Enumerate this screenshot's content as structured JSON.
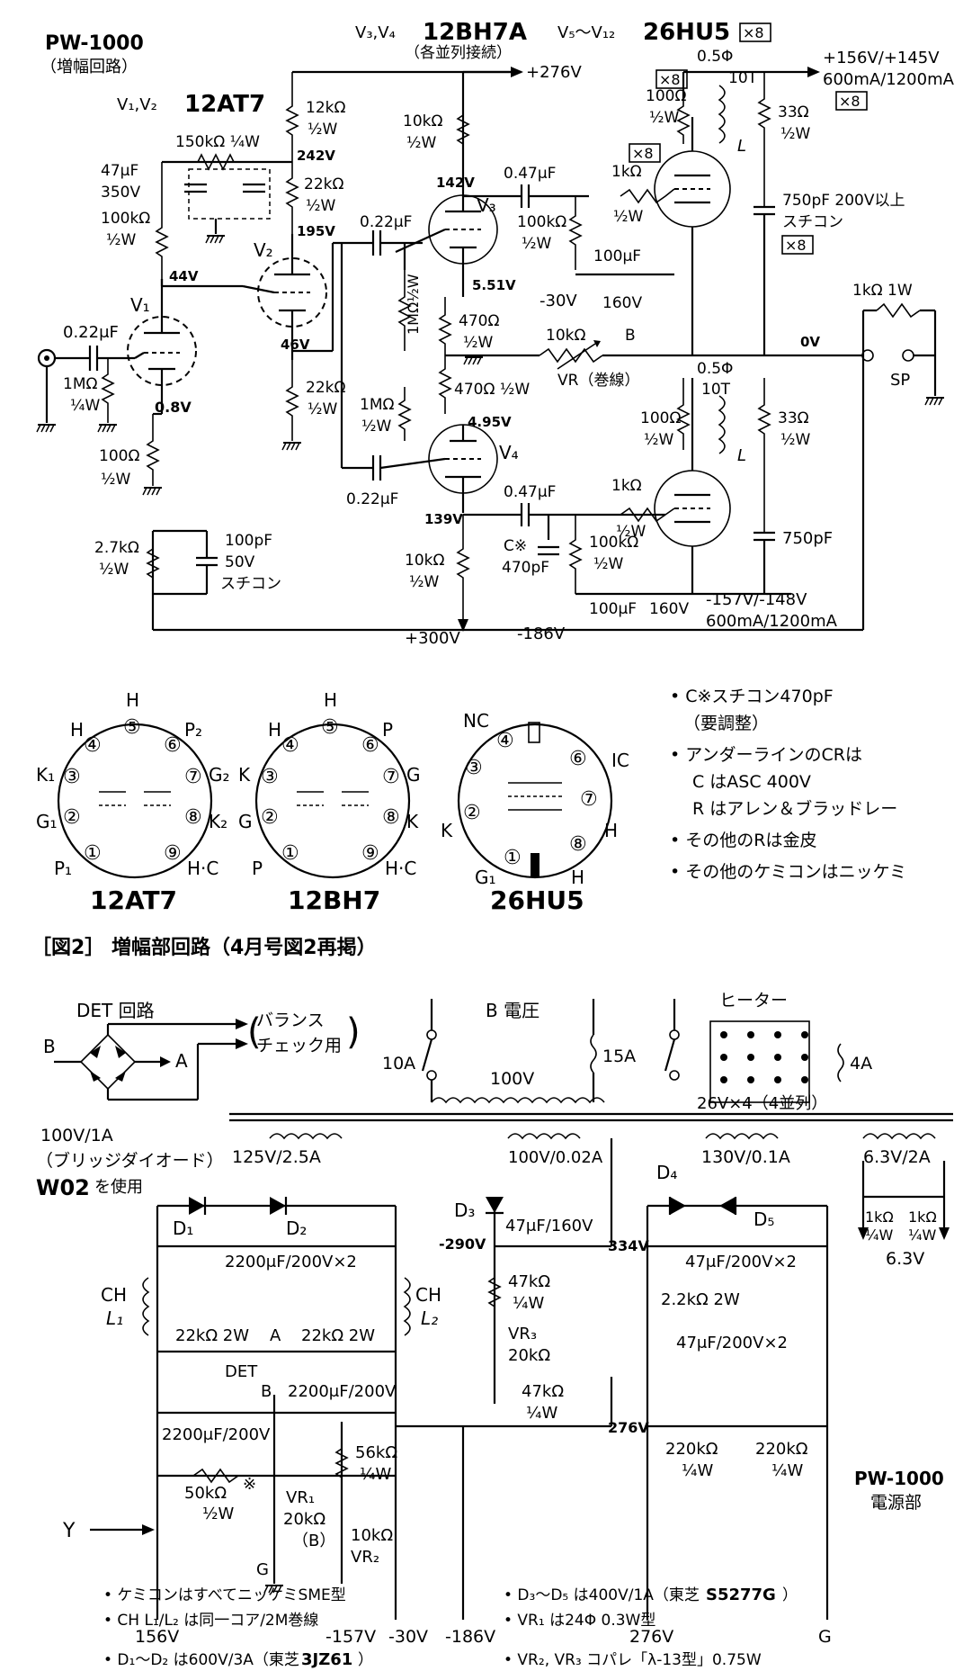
{
  "amp": {
    "title": "PW-1000",
    "subtitle": "（増幅回路）",
    "tube_v1v2": "V₁,V₂",
    "tube_v1v2_type": "12AT7",
    "tube_v3v4": "V₃,V₄",
    "tube_v3v4_type": "12BH7A",
    "tube_v3v4_note": "（各並列接続）",
    "tube_v5v12": "V₅～V₁₂",
    "tube_v5v12_type": "26HU5",
    "x8": "×8",
    "labels": {
      "V1": "V₁",
      "V2": "V₂",
      "V3": "V₃",
      "V4": "V₄",
      "c_in": "0.22μF",
      "r_in": "1MΩ",
      "r_in_w": "¼W",
      "r_k1": "100Ω",
      "r_k1_w": "½W",
      "v_k1": "0.8V",
      "r_fb1": "100kΩ",
      "r_fb1_w": "½W",
      "c_47": "47μF",
      "c_47_v": "350V",
      "r_150": "150kΩ ¼W",
      "r_12k": "12kΩ",
      "r_12k_w": "½W",
      "v_242": "242V",
      "r_22k_a": "22kΩ",
      "r_22k_a_w": "½W",
      "v_195": "195V",
      "v_44": "44V",
      "v_46": "46V",
      "r_22k_b": "22kΩ",
      "r_22k_b_w": "½W",
      "r_27k": "2.7kΩ",
      "r_27k_w": "½W",
      "c_100p": "100pF",
      "c_100p_v": "50V",
      "c_100p_t": "スチコン",
      "c_022a": "0.22μF",
      "c_022b": "0.22μF",
      "r_1m_v": "1MΩ½W",
      "r_1m_b": "1MΩ",
      "r_1m_b_w": "½W",
      "r_470a": "470Ω",
      "r_470a_w": "½W",
      "r_470b": "470Ω ½W",
      "v_551": "5.51V",
      "v_495": "4.95V",
      "r_10k_a": "10kΩ",
      "r_10k_a_w": "½W",
      "v_142": "142V",
      "c_047a": "0.47μF",
      "r_100k_a": "100kΩ",
      "r_100k_a_w": "½W",
      "c_100u_a": "100μF",
      "c_100u_a_v": "160V",
      "v_m30": "-30V",
      "vr": "10kΩ",
      "vr_b": "B",
      "vr_note": "VR（巻線）",
      "v_276": "+276V",
      "v_139": "139V",
      "c_047b": "0.47μF",
      "r_10k_b": "10kΩ",
      "r_10k_b_w": "½W",
      "c_star": "C※",
      "c_star_v": "470pF",
      "r_100k_b": "100kΩ",
      "r_100k_b_w": "½W",
      "c_100u_b": "100μF",
      "c_100u_b_v": "160V",
      "v_300": "+300V",
      "v_m186": "-186V",
      "v_m157": "-157V/-148V",
      "i_m157": "600mA/1200mA",
      "v_156": "+156V/+145V",
      "i_156": "600mA/1200mA",
      "r_05_a": "0.5Φ",
      "t_10_a": "10T",
      "r_05_b": "0.5Φ",
      "t_10_b": "10T",
      "r_100_a": "100Ω",
      "r_100_a_w": "½W",
      "l_a": "L",
      "l_b": "L",
      "r_33_a": "33Ω",
      "r_33_a_w": "½W",
      "r_1k_a": "1kΩ",
      "r_1k_a_w": "½W",
      "c_750_a": "750pF 200V以上",
      "c_750_a_t": "スチコン",
      "v_0": "0V",
      "r_1k1w": "1kΩ 1W",
      "sp": "SP",
      "r_100_b": "100Ω",
      "r_100_b_w": "½W",
      "r_33_b": "33Ω",
      "r_33_b_w": "½W",
      "r_1k_b": "1kΩ",
      "r_1k_b_w": "½W",
      "c_750_b": "750pF"
    }
  },
  "pinouts": [
    {
      "name": "12AT7",
      "pins": {
        "h4": "H",
        "h5": "H",
        "p2": "P₂",
        "k1": "K₁",
        "g2": "G₂",
        "g1": "G₁",
        "k2": "K₂",
        "p1": "P₁",
        "hc": "H·C"
      }
    },
    {
      "name": "12BH7",
      "pins": {
        "h4": "H",
        "h5": "H",
        "p2": "P",
        "k1": "K",
        "g2": "G",
        "g1": "G",
        "k2": "K",
        "p1": "P",
        "hc": "H·C"
      }
    },
    {
      "name": "26HU5",
      "pins": {
        "nc": "NC",
        "ic": "IC",
        "k": "K",
        "h": "H",
        "g1": "G₁",
        "h2": "H"
      }
    }
  ],
  "pin_numbers": [
    "①",
    "②",
    "③",
    "④",
    "⑤",
    "⑥",
    "⑦",
    "⑧",
    "⑨"
  ],
  "amp_notes": [
    "• C※スチコン470pF",
    "（要調整）",
    "• アンダーラインのCRは",
    "C はASC 400V",
    "R はアレン＆ブラッドレー",
    "• その他のRは金皮",
    "• その他のケミコンはニッケミ"
  ],
  "fig_caption": "［図2］ 増幅部回路（4月号図2再掲）",
  "psu": {
    "det": "DET 回路",
    "balance1": "バランス",
    "balance2": "チェック用",
    "b": "B",
    "a": "A",
    "b_voltage": "B 電圧",
    "f10": "10A",
    "f15": "15A",
    "f4": "4A",
    "ac100": "100V",
    "heater": "ヒーター",
    "heater_spec": "26V×4（4並列）",
    "bridge1": "100V/1A",
    "bridge2": "（ブリッジダイオード）",
    "bridge3": "W02",
    "bridge3b": "を使用",
    "sec1": "125V/2.5A",
    "sec2": "100V/0.02A",
    "sec3": "130V/0.1A",
    "sec4": "6.3V/2A",
    "d1": "D₁",
    "d2": "D₂",
    "d3": "D₃",
    "d4": "D₄",
    "d5": "D₅",
    "ch": "CH",
    "l1": "L₁",
    "l2": "L₂",
    "c2200x2": "2200μF/200V×2",
    "r22a": "22kΩ 2W",
    "r22b": "22kΩ 2W",
    "det2": "DET",
    "a2": "A",
    "b2": "B",
    "c2200a": "2200μF/200V",
    "c2200b": "2200μF/200V",
    "r50": "50kΩ",
    "r50w": "½W",
    "star": "※",
    "r56": "56kΩ",
    "r56w": "¼W",
    "vr1": "VR₁",
    "vr1v": "20kΩ",
    "vr1b": "（B）",
    "r10k": "10kΩ",
    "vr2": "VR₂",
    "y": "Y",
    "g": "G",
    "m290": "-290V",
    "c47_160": "47μF/160V",
    "r47a": "47kΩ",
    "r47aw": "¼W",
    "vr3": "VR₃",
    "vr3v": "20kΩ",
    "r47b": "47kΩ",
    "r47bw": "¼W",
    "v334": "334V",
    "c47x2a": "47μF/200V×2",
    "r22k": "2.2kΩ 2W",
    "c47x2b": "47μF/200V×2",
    "v276": "276V",
    "r220a": "220kΩ",
    "r220aw": "¼W",
    "r220b": "220kΩ",
    "r220bw": "¼W",
    "r1ka": "1kΩ",
    "r1kaw": "¼W",
    "r1kb": "1kΩ",
    "r1kbw": "¼W",
    "v63": "6.3V",
    "title": "PW-1000",
    "title2": "電源部",
    "out": [
      "156V",
      "-157V",
      "-30V",
      "-186V",
      "276V",
      "G"
    ]
  },
  "psu_notes": [
    "• ケミコンはすべてニッケミSME型",
    "• CH L₁/L₂ は同一コア/2M巻線",
    "• D₁～D₂ は600V/3A（東芝",
    "3JZ61",
    "）",
    "• D₃～D₅ は400V/1A（東芝",
    "S5277G",
    "）",
    "• VR₁ は24Φ 0.3W型",
    "• VR₂, VR₃ コパレ「λ-13型」0.75W"
  ]
}
